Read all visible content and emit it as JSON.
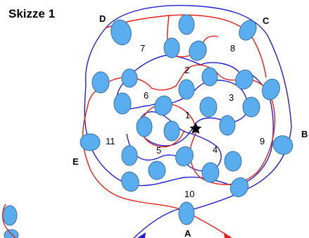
{
  "title": "Skizze 1",
  "regions": [
    "1",
    "2",
    "3",
    "4",
    "5",
    "6",
    "7",
    "8",
    "9",
    "10",
    "11"
  ],
  "points": [
    "A",
    "B",
    "C",
    "D",
    "E"
  ],
  "colors": {
    "red_path": "#e0201a",
    "blue_path": "#2020d0",
    "blob_fill": "#5aaef0",
    "blob_stroke": "#3a6e9a"
  },
  "icons": {
    "start_marker": "star-icon",
    "arrow_left": "arrowhead-icon",
    "arrow_right": "arrowhead-icon"
  }
}
